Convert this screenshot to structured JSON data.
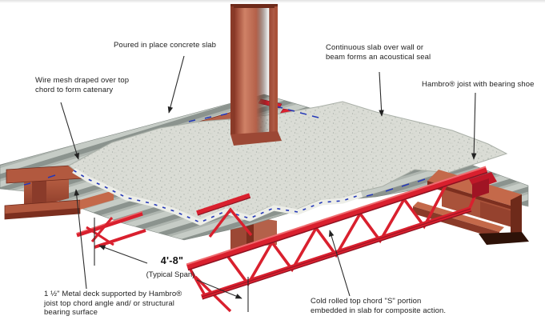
{
  "diagram": {
    "subject": "Hambro composite floor system cutaway",
    "labels": {
      "poured_slab": "Poured in place concrete slab",
      "wire_mesh": "Wire mesh draped over top\nchord to form catenary",
      "continuous_slab": "Continuous slab over wall or\nbeam forms an acoustical seal",
      "hambro_joist": "Hambro® joist with bearing shoe",
      "metal_deck": "1 ½\" Metal deck supported by Hambro®\njoist top chord angle and/ or structural\nbearing surface",
      "cold_rolled": "Cold rolled top chord \"S\" portion\nembedded in slab for composite action."
    },
    "dimension": {
      "value": "4'-8\"",
      "note": "(Typical Span)"
    },
    "colors": {
      "structural_steel": "#a9523a",
      "joist_red": "#d9202e",
      "deck_gray": "#8b938e",
      "concrete": "#dadcd5",
      "wire_mesh_blue": "#2438b8",
      "annotation": "#2b2b2b"
    }
  }
}
